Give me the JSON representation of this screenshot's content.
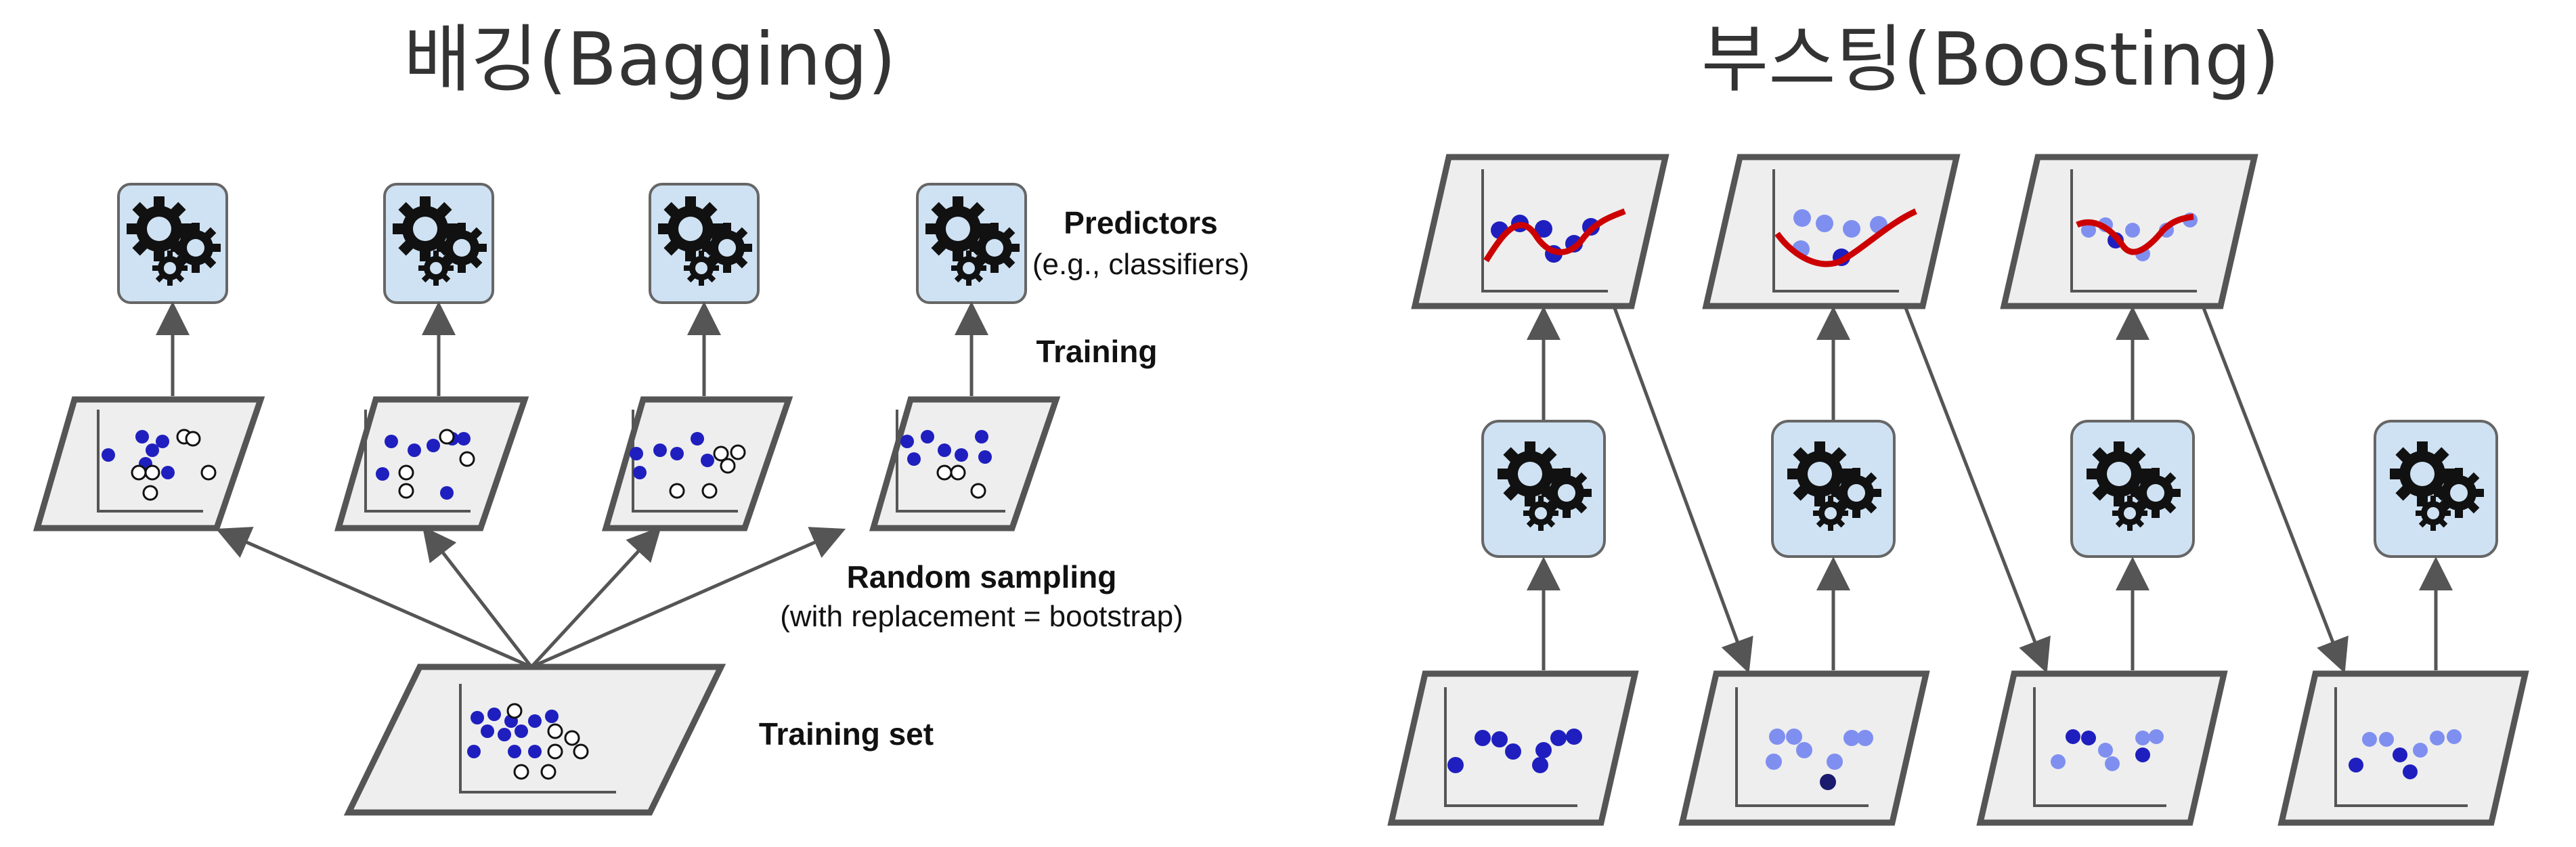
{
  "bagging": {
    "title": "배깅(Bagging)",
    "predictors_label": "Predictors",
    "predictors_sublabel": "(e.g., classifiers)",
    "training_label": "Training",
    "sampling_label": "Random sampling",
    "sampling_sublabel": "(with replacement = bootstrap)",
    "training_set_label": "Training set"
  },
  "boosting": {
    "title": "부스팅(Boosting)"
  },
  "colors": {
    "panel_fill": "#eeeeee",
    "panel_stroke": "#555555",
    "predictor_fill": "#cfe2f3",
    "point_dark": "#1f1fbf",
    "point_light": "#7f8ff0",
    "curve": "#cc0000"
  },
  "icons": [
    "gears-icon",
    "axes-icon",
    "arrow-icon"
  ]
}
